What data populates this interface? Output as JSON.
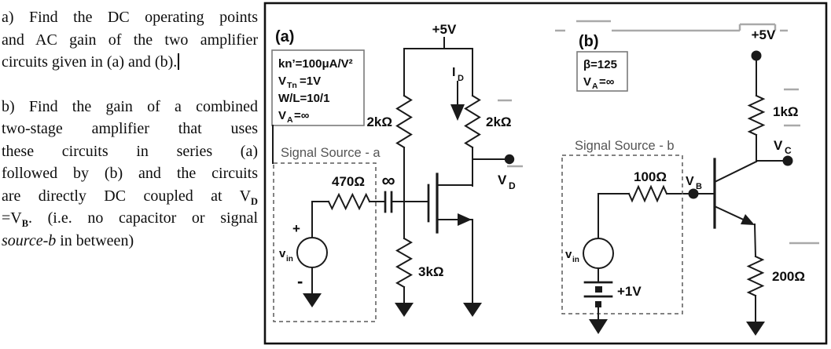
{
  "problem_text": {
    "para_a_lines": [
      [
        {
          "t": "a) Find the DC operating points"
        }
      ],
      [
        {
          "t": "and AC gain of the two amplifier"
        }
      ],
      [
        {
          "t": "circuits given in (a) and (b)."
        },
        {
          "t": "",
          "s": "caret"
        }
      ]
    ],
    "para_b_lines": [
      [
        {
          "t": "b) Find the gain of a combined"
        }
      ],
      [
        {
          "t": "two-stage amplifier that uses"
        }
      ],
      [
        {
          "t": "these circuits in series (a)"
        }
      ],
      [
        {
          "t": "followed by (b) and the circuits"
        }
      ],
      [
        {
          "t": "are directly DC coupled at V"
        },
        {
          "t": "D",
          "s": "sub"
        }
      ],
      [
        {
          "t": "=V"
        },
        {
          "t": "B",
          "s": "sub"
        },
        {
          "t": ". (i.e. no capacitor or signal"
        }
      ],
      [
        {
          "t": "source-b",
          "s": "i"
        },
        {
          "t": " in between)"
        }
      ]
    ]
  },
  "circuit_a": {
    "figure_label": "(a)",
    "param_line1": "kn’=100μA/V²",
    "param_vtn_base": "V",
    "param_vtn_sub": "Tn",
    "param_vtn_rest": "=1V",
    "param_line3": "W/L=10/1",
    "param_va_base": "V",
    "param_va_sub": "A",
    "param_va_rest": "=∞",
    "supply_label": "+5V",
    "r_left": "2kΩ",
    "r_right": "2kΩ",
    "r_gate_bias": "3kΩ",
    "r_series": "470Ω",
    "cap_label": "∞",
    "current_base": "I",
    "current_sub": "D",
    "vd_base": "V",
    "vd_sub": "D",
    "vin_base": "v",
    "vin_sub": "in",
    "plus": "+",
    "minus": "-",
    "box_label": "Signal Source - a"
  },
  "circuit_b": {
    "figure_label": "(b)",
    "param_line1": "β=125",
    "param_va_base": "V",
    "param_va_sub": "A",
    "param_va_rest": "=∞",
    "supply_label": "+5V",
    "r_collector": "1kΩ",
    "r_emitter": "200Ω",
    "r_series": "100Ω",
    "vc_base": "V",
    "vc_sub": "C",
    "vb_base": "V",
    "vb_sub": "B",
    "vin_base": "v",
    "vin_sub": "in",
    "battery_label": "+1V",
    "box_label": "Signal Source - b"
  },
  "colors": {
    "ink": "#0d0d0d",
    "wire": "#1a1a1a",
    "muted_text": "#555555",
    "artifact_gray": "#a9a9a9",
    "background": "#ffffff"
  }
}
